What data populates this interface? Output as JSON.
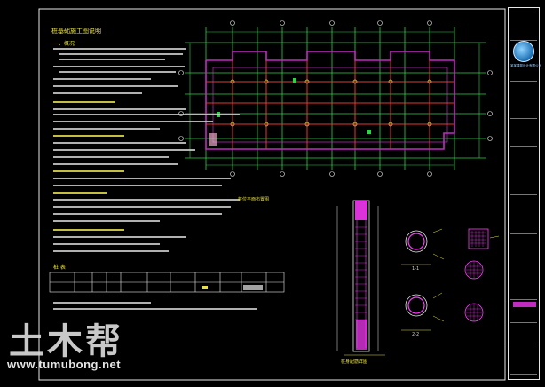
{
  "drawing": {
    "title": "桩基础施工图说明",
    "plan_label": "桩位平面布置图",
    "pile_detail_label": "桩身配筋详图",
    "section_labels": [
      "1-1",
      "2-2"
    ],
    "notes_heading_1": "一、概况",
    "table_title": "桩 表"
  },
  "watermark": {
    "brand": "土木帮",
    "url": "www.tumubong.net"
  },
  "title_block": {
    "company": "某某建筑设计有限公司"
  },
  "colors": {
    "background": "#000000",
    "grid_green": "#2fd14a",
    "beam_red": "#e53935",
    "wall_magenta": "#c02cc0",
    "text_yellow": "#e8e04a",
    "rebar_magenta": "#ff3cff"
  }
}
